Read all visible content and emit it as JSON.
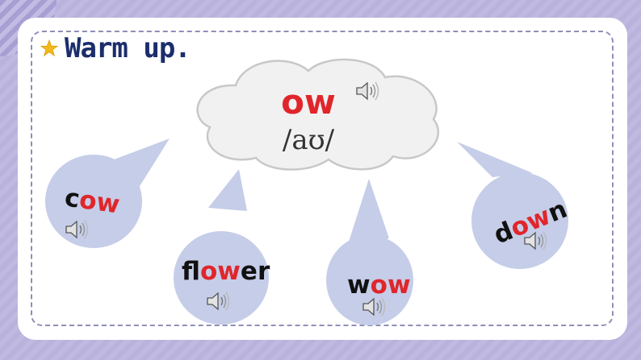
{
  "title": "Warm up.",
  "cloud": {
    "letters": "ow",
    "ipa": "/aʊ/"
  },
  "words": [
    {
      "pre": "c",
      "hl": "ow",
      "post": ""
    },
    {
      "pre": "fl",
      "hl": "ow",
      "post": "er"
    },
    {
      "pre": "w",
      "hl": "ow",
      "post": ""
    },
    {
      "pre": "d",
      "hl": "ow",
      "post": "n"
    }
  ],
  "icons": [
    "star-icon",
    "speaker-icon"
  ],
  "colors": {
    "highlight": "#e0262b",
    "title": "#1b2d6b",
    "drop": "#c5cde8"
  }
}
